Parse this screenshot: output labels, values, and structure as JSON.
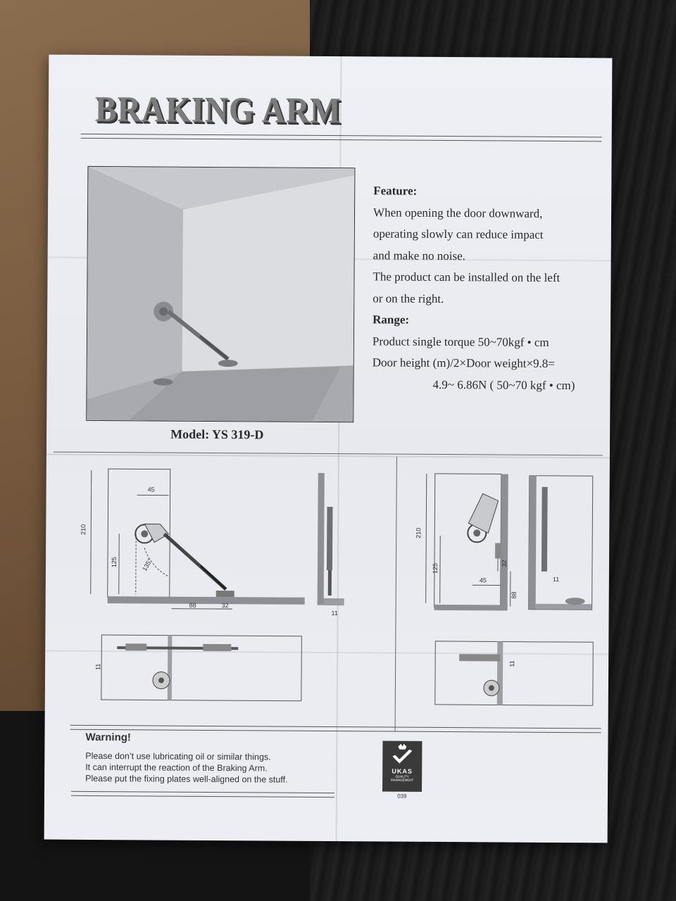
{
  "document": {
    "title": "BRAKING ARM",
    "feature_heading": "Feature:",
    "feature_lines": [
      "When opening the door downward,",
      "operating slowly can reduce impact",
      "and make no noise.",
      "The product can be installed on the left",
      "or on the right."
    ],
    "range_heading": "Range:",
    "range_lines": [
      "Product single torque 50~70kgf • cm",
      "Door height (m)/2×Door weight×9.8=",
      "4.9~ 6.86N ( 50~70 kgf • cm)"
    ],
    "model": "Model:  YS 319-D",
    "warning_title": "Warning!",
    "warning_lines": [
      "Please don’t use lubricating oil or similar things.",
      "It can interrupt the reaction of the Braking Arm.",
      "Please put the fixing plates well-aligned on the stuff."
    ],
    "cert_mark": "UKAS",
    "cert_sub_1": "QUALITY",
    "cert_sub_2": "MANAGEMENT",
    "cert_code": "039"
  },
  "diagram_left": {
    "dim_210": "210",
    "dim_125": "125",
    "dim_45": "45",
    "angle": "135°",
    "dim_88": "88",
    "dim_32": "32",
    "dim_11_side": "11",
    "dim_11_plan": "11"
  },
  "diagram_right": {
    "dim_210": "210",
    "dim_125": "125",
    "dim_45": "45",
    "dim_32": "32",
    "dim_88": "88",
    "dim_11_side": "11",
    "dim_11_plan": "11"
  },
  "colors": {
    "paper": "#eceef3",
    "ink": "#2a2a2a",
    "line": "#555555",
    "badge": "#3a3a3a"
  }
}
